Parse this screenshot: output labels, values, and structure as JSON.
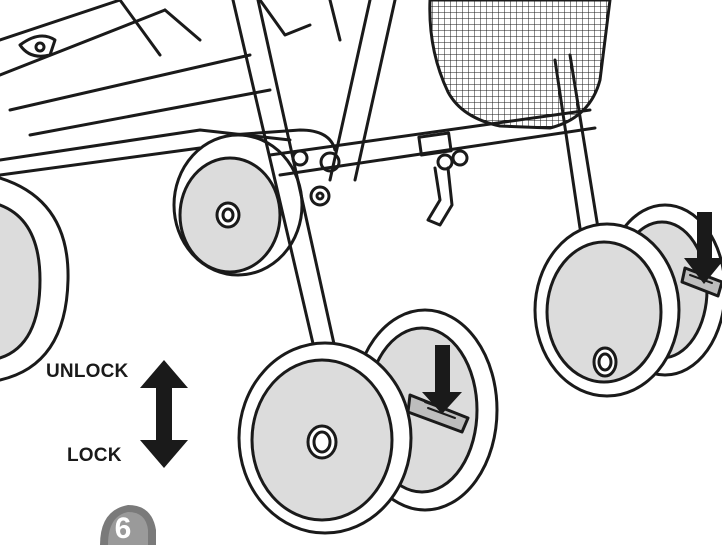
{
  "labels": {
    "unlock": "UNLOCK",
    "lock": "LOCK"
  },
  "step": {
    "number": "6"
  },
  "colors": {
    "ink": "#1a1a1a",
    "wheel_fill": "#dcdcdc",
    "step_badge": "#7a7a7a"
  },
  "icons": {
    "direction": "up-down-arrow-icon",
    "press_indicator": "down-arrow-icon"
  }
}
